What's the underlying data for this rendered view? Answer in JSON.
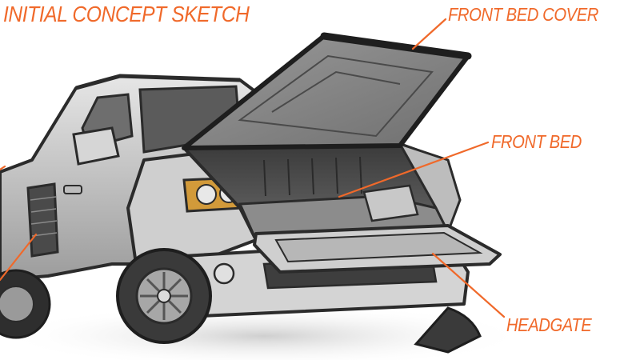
{
  "title": "INITIAL CONCEPT SKETCH",
  "labels": {
    "front_bed_cover": "FRONT BED COVER",
    "front_bed": "FRONT BED",
    "headgate": "HEADGATE"
  },
  "colors": {
    "accent": "#f0692a",
    "ink": "#2b2b2b",
    "body_light": "#d9d9d9",
    "body_mid": "#a9a9a9",
    "body_dark": "#5a5a5a",
    "headlight": "#d29a3a"
  }
}
